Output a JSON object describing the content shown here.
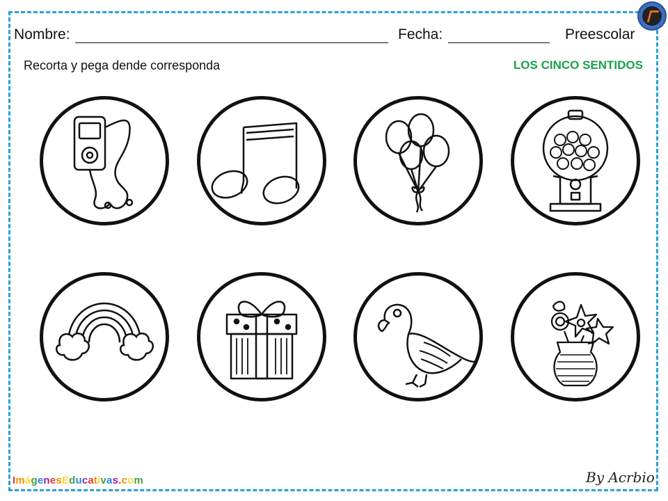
{
  "header": {
    "name_label": "Nombre:",
    "date_label": "Fecha:",
    "level": "Preescolar"
  },
  "instruction": "Recorta y pega dende corresponda",
  "theme_title": "LOS CINCO SENTIDOS",
  "theme_color": "#1aa04a",
  "frame_color": "#2aa0d8",
  "cards": [
    {
      "icon": "mp3-player-icon"
    },
    {
      "icon": "music-note-icon"
    },
    {
      "icon": "balloons-icon"
    },
    {
      "icon": "gumball-machine-icon"
    },
    {
      "icon": "rainbow-icon"
    },
    {
      "icon": "gift-box-icon"
    },
    {
      "icon": "parrot-icon"
    },
    {
      "icon": "flower-vase-icon"
    }
  ],
  "footer": {
    "website": "ImágenesEducativas.com",
    "signature": "By Acrbio"
  }
}
